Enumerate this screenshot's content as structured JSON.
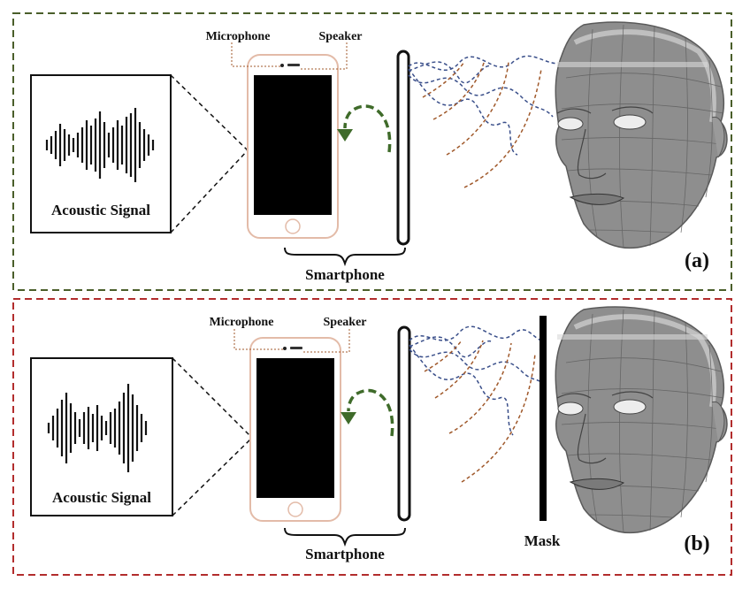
{
  "panels": [
    {
      "id": "a",
      "frame_color": "#4a5e2a",
      "acoustic_label": "Acoustic Signal",
      "microphone_label": "Microphone",
      "speaker_label": "Speaker",
      "smartphone_label": "Smartphone",
      "panel_label": "(a)",
      "mask_label": ""
    },
    {
      "id": "b",
      "frame_color": "#b22d2d",
      "acoustic_label": "Acoustic Signal",
      "microphone_label": "Microphone",
      "speaker_label": "Speaker",
      "smartphone_label": "Smartphone",
      "panel_label": "(b)",
      "mask_label": "Mask"
    }
  ],
  "colors": {
    "arrow": "#3f6b2a",
    "wave_blue": "#3a4f8a",
    "wave_brown": "#a0592b",
    "phone_outline": "#e3bba8",
    "phone_screen": "#000000"
  }
}
